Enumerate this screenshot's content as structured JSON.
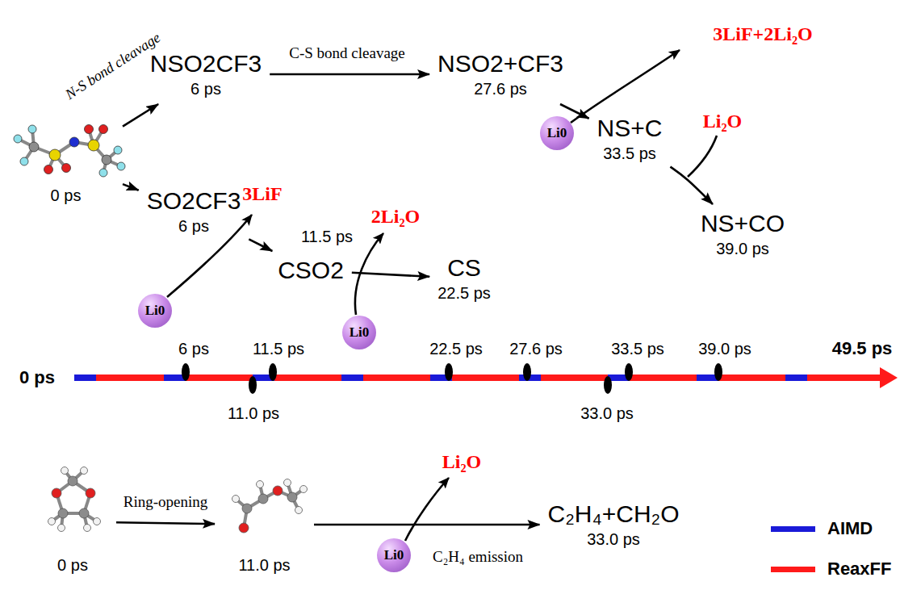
{
  "diagram": {
    "nodes": [
      {
        "text": [
          "0 ps"
        ]
      },
      {
        "text": [
          "NSO2CF3",
          "6 ps"
        ]
      },
      {
        "text": [
          "NSO2+CF3",
          "27.6 ps"
        ]
      },
      {
        "text": [
          "Li0"
        ]
      },
      {
        "text": [
          "NS+C",
          "33.5 ps"
        ]
      },
      {
        "text": [
          "NS+CO",
          "39.0 ps"
        ]
      },
      {
        "text": [
          "SO2CF3",
          "6 ps"
        ]
      },
      {
        "text": [
          "Li0"
        ]
      },
      {
        "text": [
          "CSO2"
        ]
      },
      {
        "text": [
          "Li0"
        ]
      },
      {
        "text": [
          "CS",
          "22.5 ps"
        ]
      },
      {
        "text": [
          "0 ps"
        ]
      },
      {
        "text": [
          "11.0 ps"
        ]
      },
      {
        "text": [
          "Li0"
        ]
      },
      {
        "text": [
          "C₂H₄+CH₂O",
          "33.0 ps"
        ]
      }
    ],
    "edges": [
      {
        "from": 0,
        "to": 1,
        "arrow": "to",
        "label": "N-S bond cleavage"
      },
      {
        "from": 1,
        "to": 2,
        "arrow": "to",
        "label": "C-S bond cleavage"
      },
      {
        "from": 2,
        "to": 4,
        "arrow": "to"
      },
      {
        "from": 4,
        "to": 5,
        "arrow": "to"
      },
      {
        "from": 0,
        "to": 6,
        "arrow": "to"
      },
      {
        "from": 6,
        "to": 8,
        "arrow": "to"
      },
      {
        "from": 8,
        "to": 10,
        "arrow": "to"
      },
      {
        "from": 11,
        "to": 12,
        "arrow": "to",
        "label": "Ring-opening"
      },
      {
        "from": 12,
        "to": 14,
        "arrow": "to",
        "label": "C₂H₄ emission"
      }
    ],
    "labels": [
      "3LiF+2Li₂O",
      "Li₂O",
      "3LiF",
      "11.5 ps",
      "2Li₂O",
      "0 ps",
      "6 ps",
      "11.5 ps",
      "22.5 ps",
      "27.6 ps",
      "33.5 ps",
      "39.0 ps",
      "49.5 ps",
      "11.0 ps",
      "33.0 ps",
      "Li₂O"
    ],
    "legend": [
      {
        "text": "AIMD",
        "color": "#1a1ad8"
      },
      {
        "text": "ReaxFF",
        "color": "#ff1a1a"
      }
    ]
  }
}
